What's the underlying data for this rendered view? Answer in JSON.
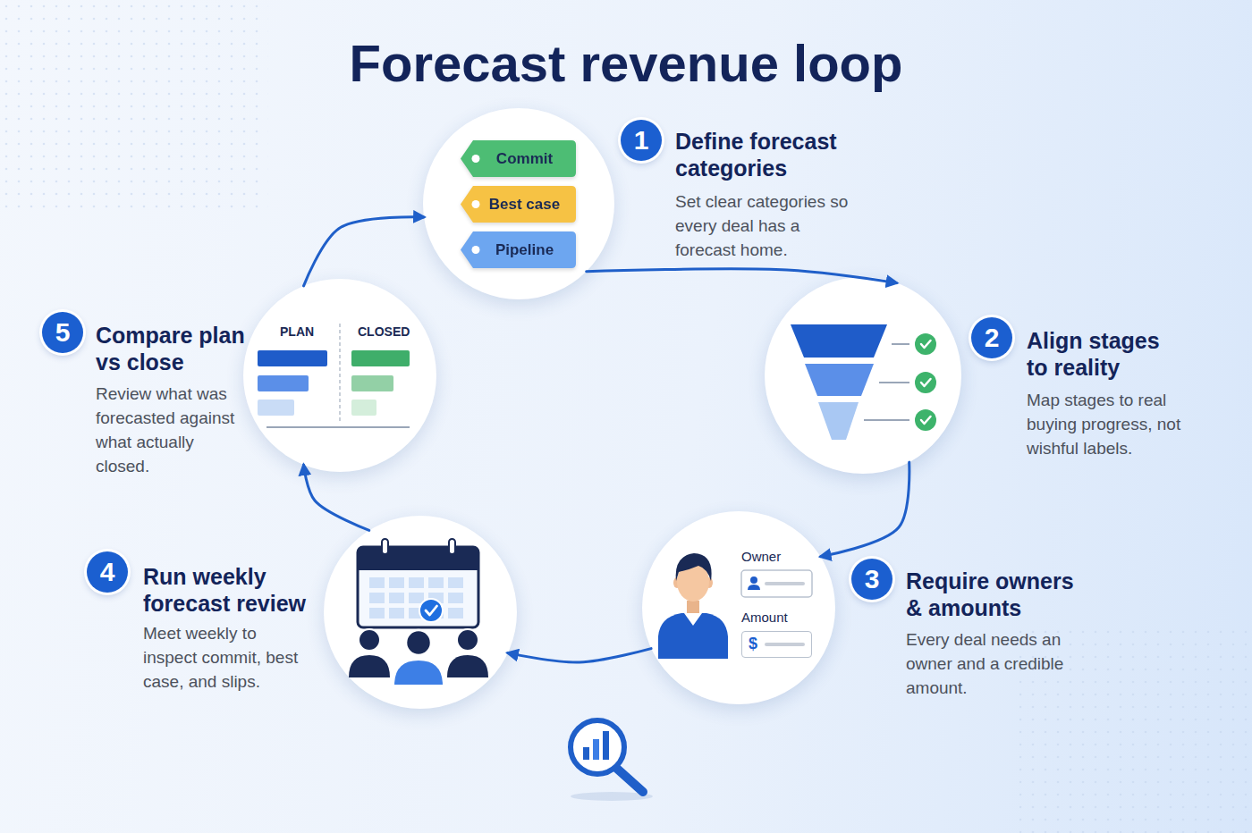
{
  "diagram": {
    "title": "Forecast revenue loop",
    "nodes": [
      {
        "text": [
          "1"
        ]
      },
      {
        "text": [
          "Define forecast categories",
          "Set clear categories so every deal has a forecast home."
        ]
      },
      {
        "text": [
          "Commit"
        ],
        "in": 1
      },
      {
        "text": [
          "Best case"
        ],
        "in": 1
      },
      {
        "text": [
          "Pipeline"
        ],
        "in": 1
      },
      {
        "text": [
          "2"
        ]
      },
      {
        "text": [
          "Align stages to reality",
          "Map stages to real buying progress, not wishful labels."
        ]
      },
      {
        "text": [
          "3"
        ]
      },
      {
        "text": [
          "Require owners & amounts",
          "Every deal needs an owner and a credible amount."
        ]
      },
      {
        "text": [
          "$"
        ],
        "in": 8
      },
      {
        "text": [
          "4"
        ]
      },
      {
        "text": [
          "Run weekly forecast review",
          "Meet weekly to inspect commit, best case, and slips."
        ]
      },
      {
        "text": [
          "5"
        ]
      },
      {
        "text": [
          "Compare plan vs close",
          "Review what was forecasted against what actually closed."
        ]
      }
    ],
    "edges": [
      {
        "from": 1,
        "to": 6,
        "arrow": "to"
      },
      {
        "from": 6,
        "to": 8,
        "arrow": "to"
      },
      {
        "from": 8,
        "to": 11,
        "arrow": "to"
      },
      {
        "from": 11,
        "to": 13,
        "arrow": "to"
      },
      {
        "from": 13,
        "to": 1,
        "arrow": "to"
      }
    ],
    "labels": [
      "PLAN",
      "CLOSED",
      "Owner",
      "Amount"
    ]
  }
}
